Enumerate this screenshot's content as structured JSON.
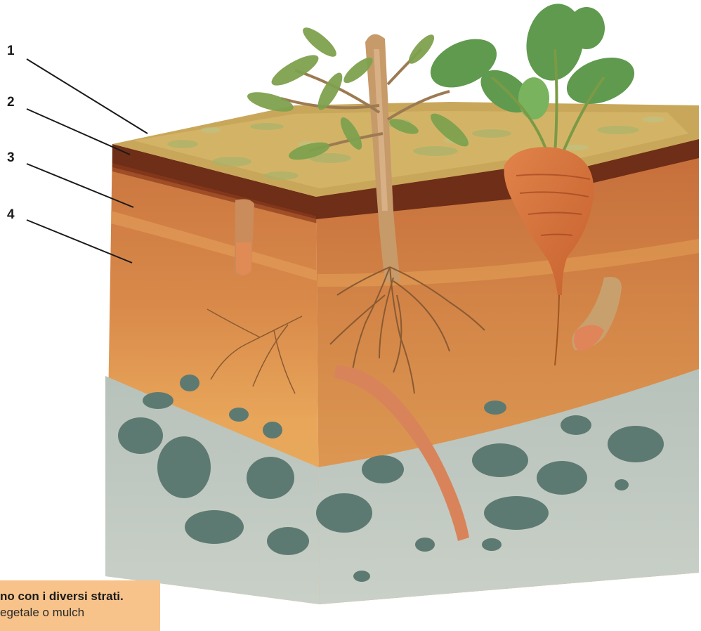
{
  "labels": [
    "1",
    "2",
    "3",
    "4"
  ],
  "caption": {
    "line1": "no con i diversi strati.",
    "line2": "egetale o mulch",
    "line3": ""
  }
}
